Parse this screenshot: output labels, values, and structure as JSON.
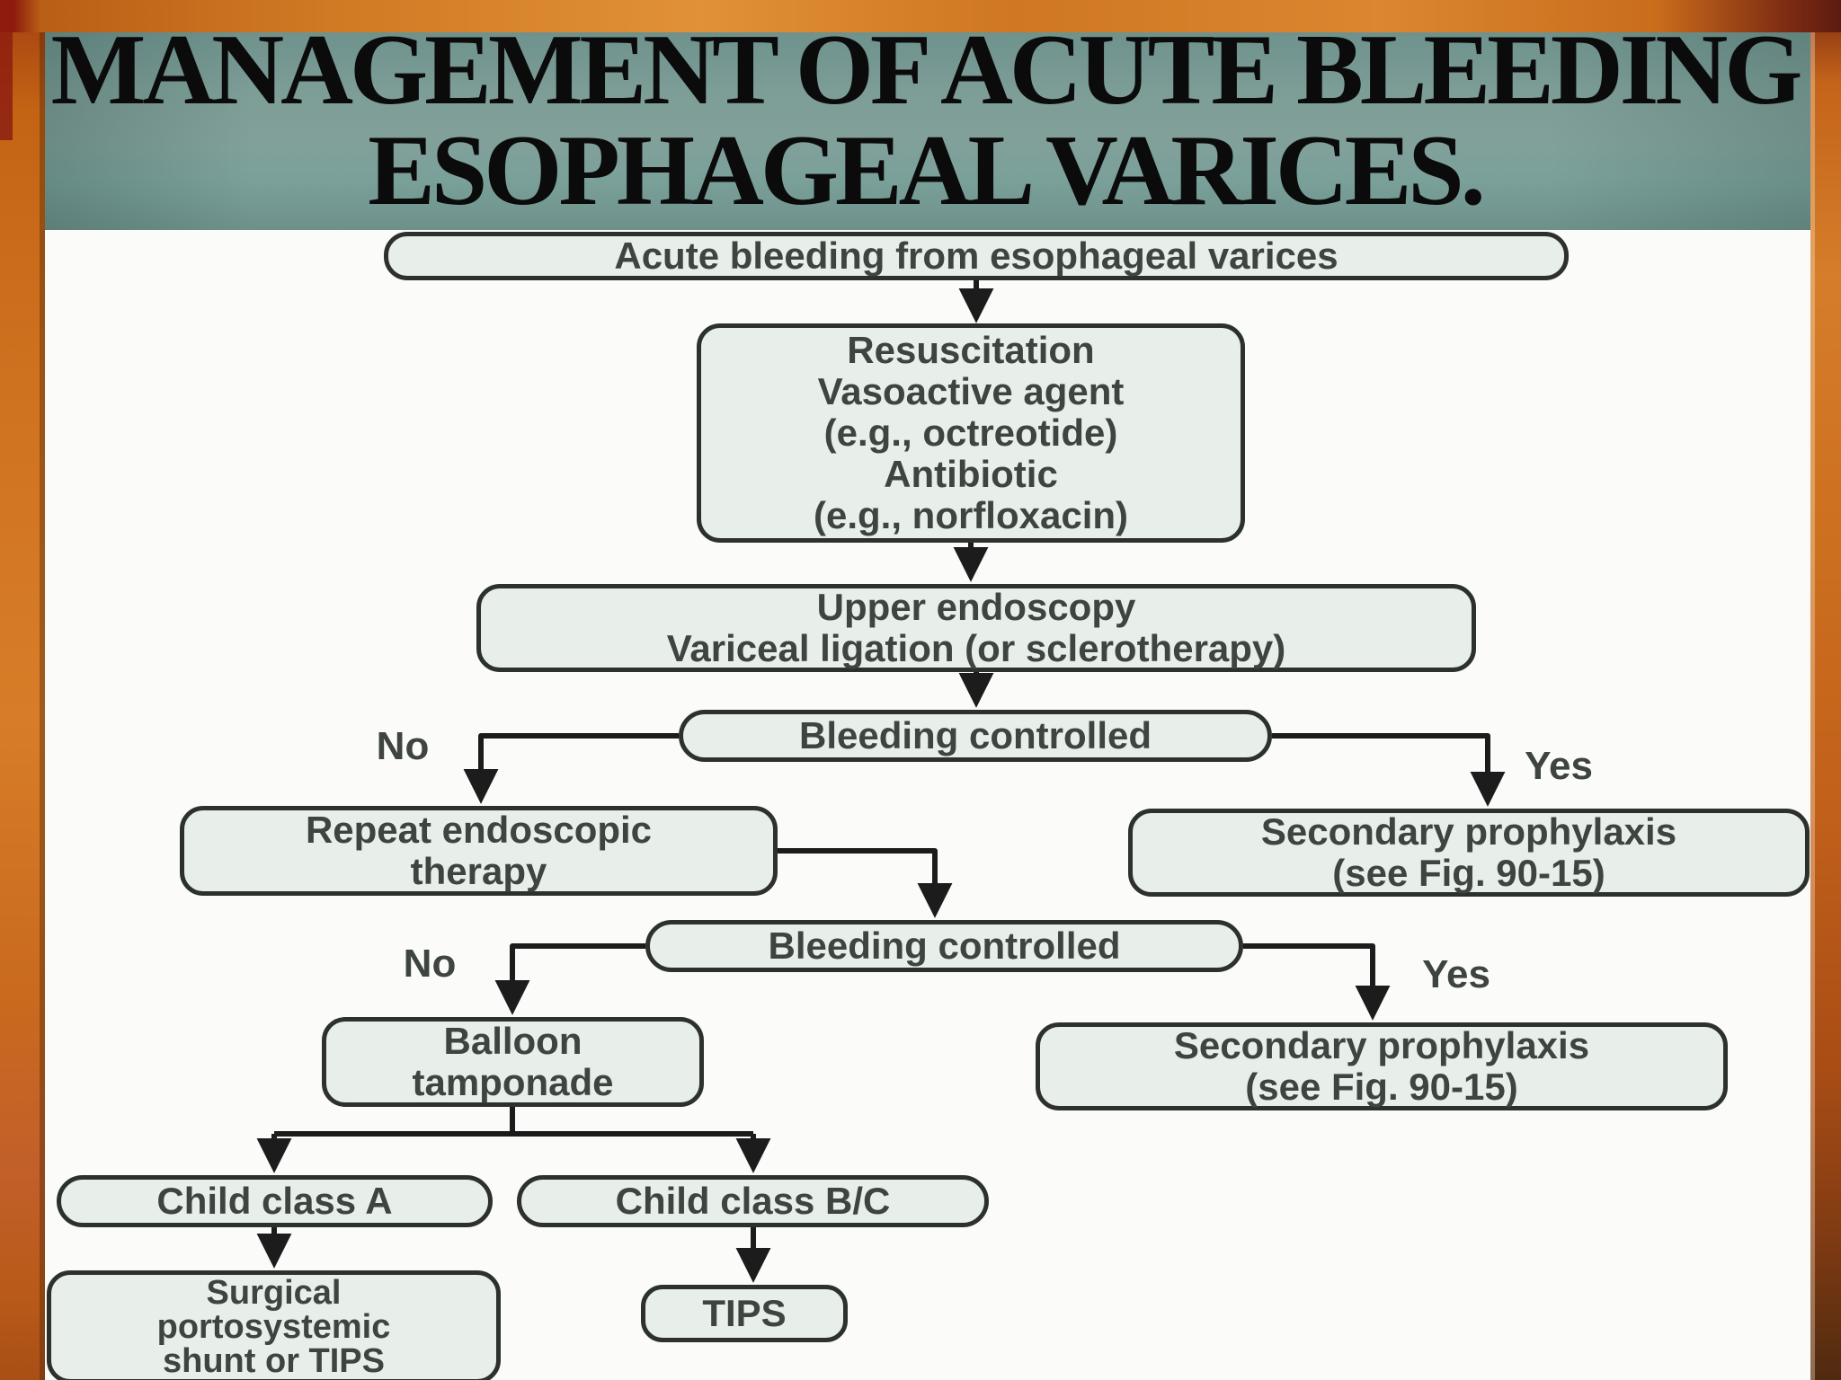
{
  "slide": {
    "title_line1": "MANAGEMENT OF ACUTE BLEEDING",
    "title_line2": "ESOPHAGEAL VARICES."
  },
  "flowchart": {
    "nodes": {
      "acute_bleeding": "Acute bleeding from esophageal varices",
      "resuscitation": "Resuscitation\nVasoactive agent\n(e.g., octreotide)\nAntibiotic\n(e.g., norfloxacin)",
      "upper_endoscopy": "Upper endoscopy\nVariceal ligation (or sclerotherapy)",
      "bleeding_controlled_1": "Bleeding controlled",
      "repeat_endoscopic": "Repeat endoscopic\ntherapy",
      "secondary_prophylaxis_1": "Secondary prophylaxis\n(see Fig. 90-15)",
      "bleeding_controlled_2": "Bleeding controlled",
      "balloon_tamponade": "Balloon\ntamponade",
      "secondary_prophylaxis_2": "Secondary prophylaxis\n(see Fig. 90-15)",
      "child_class_a": "Child class A",
      "child_class_bc": "Child class B/C",
      "surgical_shunt": "Surgical\nportosystemic\nshunt or TIPS",
      "tips": "TIPS"
    },
    "branch_labels": {
      "no1": "No",
      "yes1": "Yes",
      "no2": "No",
      "yes2": "Yes"
    },
    "edges": [
      {
        "from": "acute_bleeding",
        "to": "resuscitation"
      },
      {
        "from": "resuscitation",
        "to": "upper_endoscopy"
      },
      {
        "from": "upper_endoscopy",
        "to": "bleeding_controlled_1"
      },
      {
        "from": "bleeding_controlled_1",
        "to": "repeat_endoscopic",
        "label": "No"
      },
      {
        "from": "bleeding_controlled_1",
        "to": "secondary_prophylaxis_1",
        "label": "Yes"
      },
      {
        "from": "repeat_endoscopic",
        "to": "bleeding_controlled_2"
      },
      {
        "from": "bleeding_controlled_2",
        "to": "balloon_tamponade",
        "label": "No"
      },
      {
        "from": "bleeding_controlled_2",
        "to": "secondary_prophylaxis_2",
        "label": "Yes"
      },
      {
        "from": "balloon_tamponade",
        "to": "child_class_a"
      },
      {
        "from": "balloon_tamponade",
        "to": "child_class_bc"
      },
      {
        "from": "child_class_a",
        "to": "surgical_shunt"
      },
      {
        "from": "child_class_bc",
        "to": "tips"
      }
    ]
  },
  "colors": {
    "frame_wood": "#cf7722",
    "frame_wood_dark": "#8e1b0e",
    "header_teal": "#7d9d97",
    "canvas_background": "#fbfbfa",
    "node_fill": "#e8eee9",
    "node_border": "#2c312e",
    "node_text": "#3e443f",
    "arrow": "#1c1c1c",
    "title_text": "#0b0b0b"
  }
}
